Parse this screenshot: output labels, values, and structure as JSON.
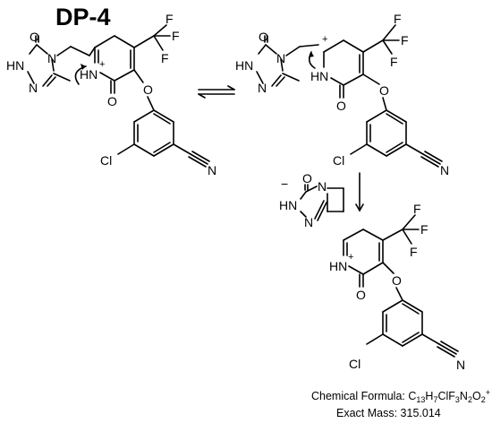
{
  "title": "DP-4",
  "structure_a": {
    "labels": {
      "o_triazolone": "O",
      "n_ring_a": "N",
      "hn_triazole": "HN",
      "n_triazole": "N",
      "hn_plus": "HN",
      "plus": "+",
      "o_carbonyl": "O",
      "o_ether": "O",
      "cl": "Cl",
      "n_nitrile": "N",
      "f1": "F",
      "f2": "F",
      "f3": "F",
      "h_triazole": "H"
    }
  },
  "structure_b": {
    "labels": {
      "o_triazolone": "O",
      "n_ring_a": "N",
      "hn_triazole": "HN",
      "n_triazole": "N",
      "plus": "+",
      "hn": "HN",
      "o_carbonyl": "O",
      "o_ether": "O",
      "cl": "Cl",
      "n_nitrile": "N",
      "f1": "F",
      "f2": "F",
      "f3": "F"
    }
  },
  "leaving_group": {
    "minus": "−",
    "o": "O",
    "n": "N",
    "hn": "HN",
    "n2": "N"
  },
  "structure_c": {
    "labels": {
      "hn": "HN",
      "plus": "+",
      "o_carbonyl": "O",
      "o_ether": "O",
      "cl": "Cl",
      "n_nitrile": "N",
      "f1": "F",
      "f2": "F",
      "f3": "F"
    }
  },
  "footer": {
    "formula_prefix": "Chemical Formula: C",
    "formula_c": "13",
    "formula_h_sym": "H",
    "formula_h": "7",
    "formula_clf_sym": "ClF",
    "formula_f": "3",
    "formula_n_sym": "N",
    "formula_n": "2",
    "formula_o_sym": "O",
    "formula_o": "2",
    "formula_charge": "+",
    "exact_mass": "Exact Mass: 315.014"
  }
}
